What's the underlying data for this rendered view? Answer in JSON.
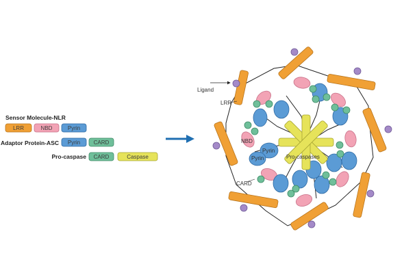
{
  "colors": {
    "lrr": "#f0a035",
    "lrr_stroke": "#b8741c",
    "nbd": "#f2a3b5",
    "nbd_stroke": "#c87088",
    "pyrin": "#5b9bd5",
    "pyrin_stroke": "#2f6aa3",
    "card": "#6fbf9a",
    "card_stroke": "#3d8a66",
    "caspase": "#e6e35a",
    "caspase_stroke": "#a8a634",
    "ligand": "#a48ac8",
    "ligand_stroke": "#6f5a96",
    "arrow": "#1f6fb2",
    "linker": "#222222"
  },
  "legend": {
    "nlr": {
      "title": "Sensor Molecule-NLR",
      "domains": [
        "LRR",
        "NBD",
        "Pyrin"
      ]
    },
    "asc": {
      "title": "Adaptor Protein-ASC",
      "domains": [
        "Pyrin",
        "CARD"
      ]
    },
    "procaspase": {
      "title": "Pro-caspase",
      "domains": [
        "CARD",
        "Caspase"
      ]
    }
  },
  "complex_labels": {
    "ligand": "Ligand",
    "lrr": "LRR",
    "nbd": "NBD",
    "pyrin_1": "Pyrin",
    "pyrin_2": "Pyrin",
    "procaspases": "Pro-caspases",
    "card": "CARD"
  },
  "icons": {
    "transition": "arrow-right-icon"
  }
}
